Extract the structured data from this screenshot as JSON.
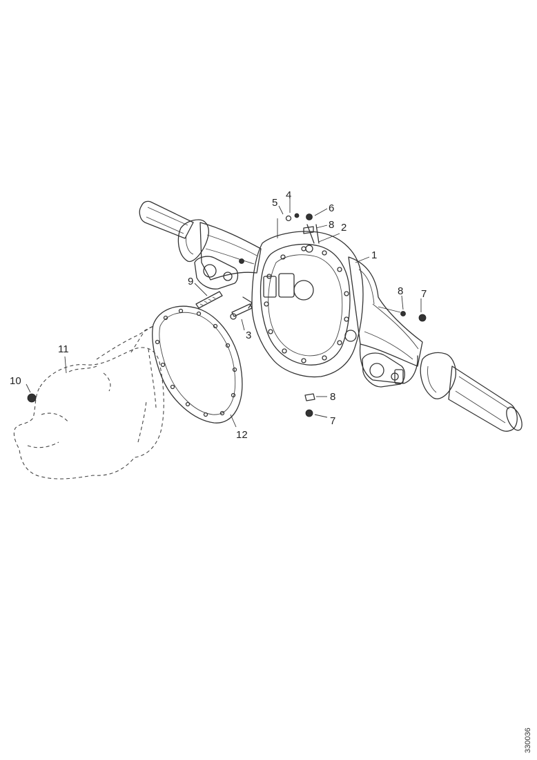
{
  "callouts": {
    "c1": "1",
    "c2": "2",
    "c3": "3",
    "c4": "4",
    "c5": "5",
    "c6": "6",
    "c8a": "8",
    "c9": "9",
    "c8b": "8",
    "c7a": "7",
    "c8c": "8",
    "c7b": "7",
    "c10": "10",
    "c11": "11",
    "c12": "12"
  },
  "reference_number": "330036"
}
